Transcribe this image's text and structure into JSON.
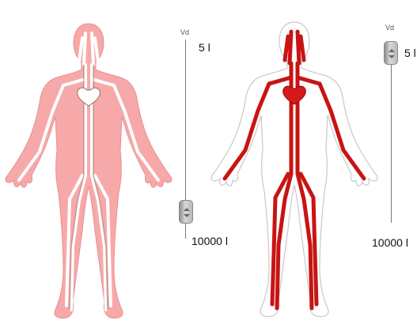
{
  "left_panel": {
    "slider": {
      "label": "Vd",
      "top_value": "5 l",
      "bottom_value": "10000 l",
      "position": 1.0
    }
  },
  "right_panel": {
    "slider": {
      "label": "Vd",
      "top_value": "5 l",
      "bottom_value": "10000 l",
      "position": 0.0
    }
  },
  "colors": {
    "body_fill_left": "#f7a9a9",
    "vessel_red": "#c81414",
    "outline_grey": "#c8c8c8"
  },
  "icons": [
    "human-body-silhouette",
    "heart-icon",
    "up-down-arrow-icon"
  ]
}
